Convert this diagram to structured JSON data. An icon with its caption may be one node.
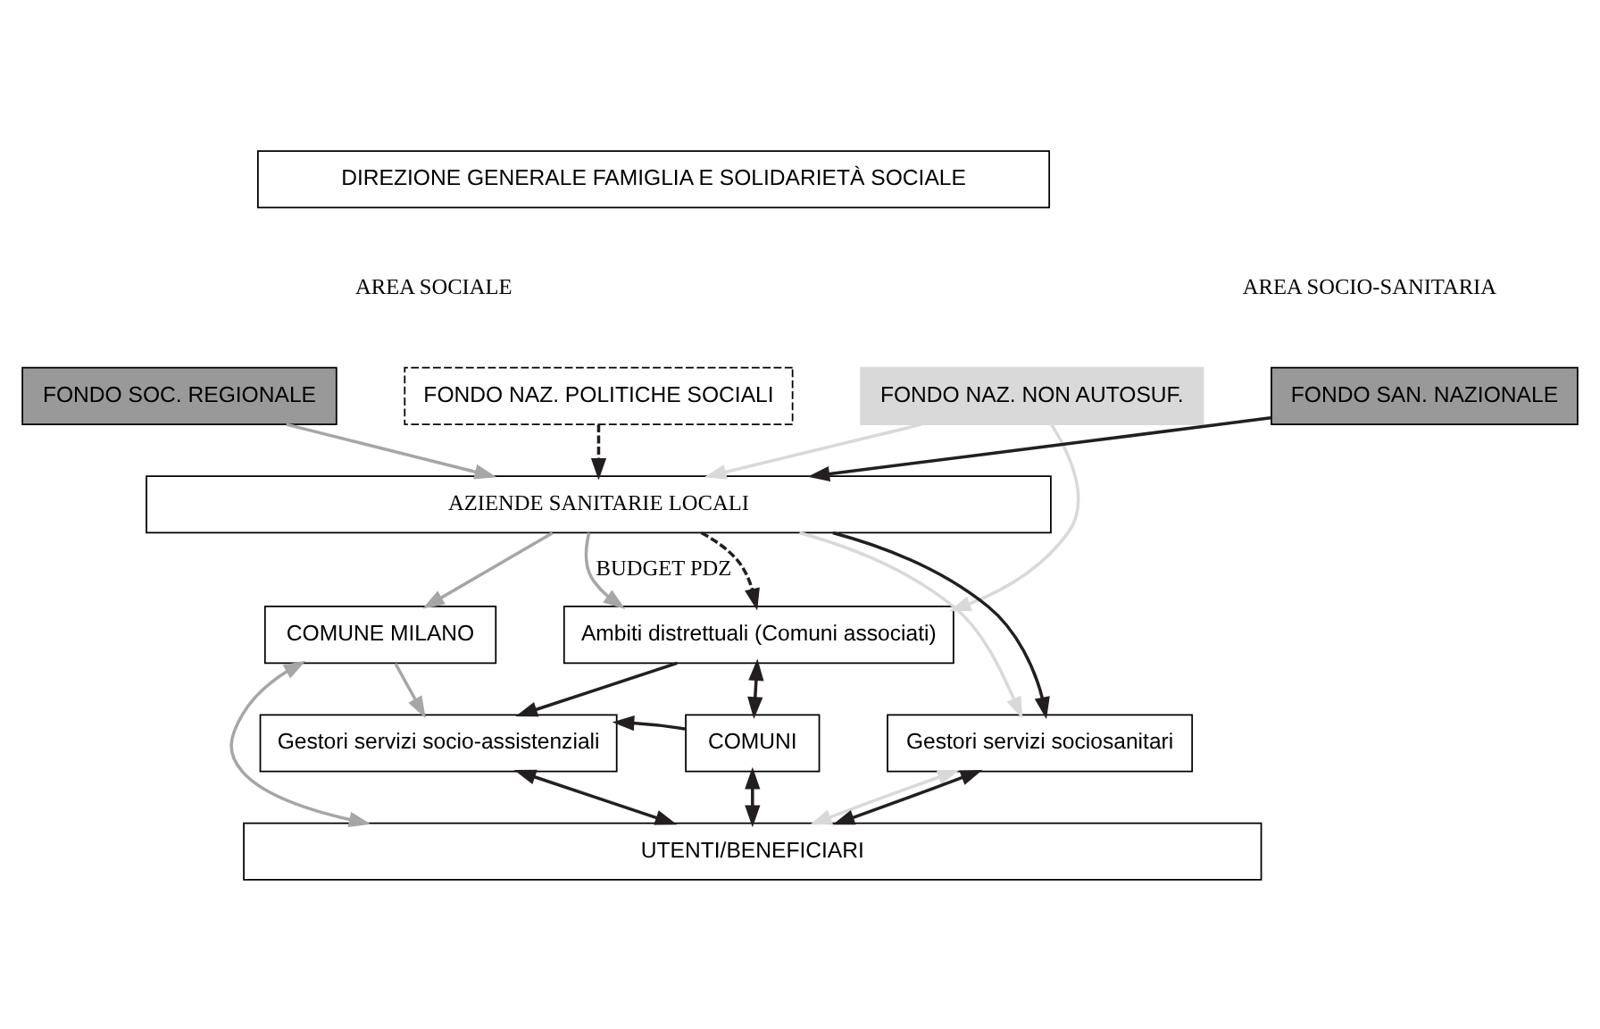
{
  "diagram": {
    "nodes": [
      {
        "text": [
          "DIREZIONE GENERALE FAMIGLIA E SOLIDARIETÀ SOCIALE"
        ]
      },
      {
        "text": [
          "FONDO SOC. REGIONALE"
        ]
      },
      {
        "text": [
          "FONDO NAZ. POLITICHE SOCIALI"
        ]
      },
      {
        "text": [
          "FONDO NAZ. NON AUTOSUF."
        ]
      },
      {
        "text": [
          "FONDO SAN. NAZIONALE"
        ]
      },
      {
        "text": [
          "AZIENDE SANITARIE LOCALI"
        ]
      },
      {
        "text": [
          "COMUNE MILANO"
        ]
      },
      {
        "text": [
          "Ambiti distrettuali (Comuni associati)"
        ]
      },
      {
        "text": [
          "Gestori servizi socio-assistenziali"
        ]
      },
      {
        "text": [
          "COMUNI"
        ]
      },
      {
        "text": [
          "Gestori servizi sociosanitari"
        ]
      },
      {
        "text": [
          "UTENTI/BENEFICIARI"
        ]
      }
    ],
    "edges": [
      {
        "from": 1,
        "to": 5,
        "arrow": "to",
        "color": "#a6a6a6"
      },
      {
        "from": 2,
        "to": 5,
        "arrow": "to",
        "style": "dashed"
      },
      {
        "from": 3,
        "to": 7,
        "arrow": "to",
        "color": "#d9d9d9"
      },
      {
        "from": 3,
        "to": 5,
        "arrow": "to",
        "color": "#d9d9d9"
      },
      {
        "from": 4,
        "to": 5,
        "arrow": "to"
      },
      {
        "from": 5,
        "to": 6,
        "arrow": "to",
        "color": "#a6a6a6"
      },
      {
        "from": 5,
        "to": 7,
        "arrow": "to",
        "color": "#a6a6a6",
        "label": "BUDGET PDZ"
      },
      {
        "from": 5,
        "to": 7,
        "arrow": "to",
        "style": "dashed"
      },
      {
        "from": 5,
        "to": 10,
        "arrow": "to",
        "color": "#d9d9d9"
      },
      {
        "from": 5,
        "to": 10,
        "arrow": "to"
      },
      {
        "from": 6,
        "to": 8,
        "arrow": "to",
        "color": "#a6a6a6"
      },
      {
        "from": 7,
        "to": 8,
        "arrow": "to"
      },
      {
        "from": 7,
        "to": 9,
        "arrow": "both"
      },
      {
        "from": 9,
        "to": 8,
        "arrow": "to"
      },
      {
        "from": 8,
        "to": 11,
        "arrow": "both"
      },
      {
        "from": 9,
        "to": 11,
        "arrow": "both"
      },
      {
        "from": 6,
        "to": 11,
        "arrow": "both",
        "color": "#a6a6a6"
      },
      {
        "from": 10,
        "to": 11,
        "arrow": "both",
        "color": "#d9d9d9"
      },
      {
        "from": 10,
        "to": 11,
        "arrow": "both"
      }
    ],
    "labels": [
      "AREA SOCIALE",
      "AREA SOCIO-SANITARIA"
    ]
  }
}
